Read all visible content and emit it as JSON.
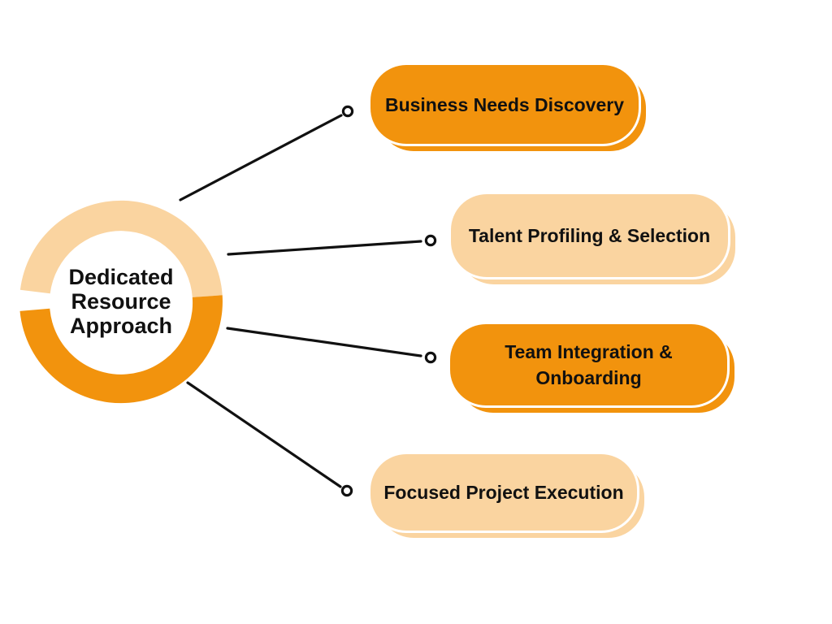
{
  "colors": {
    "orange": "#F2930D",
    "peach": "#FAD4A0",
    "connector": "#111111",
    "text": "#111111",
    "background": "#FFFFFF"
  },
  "center_node": {
    "label": "Dedicated Resource Approach",
    "ring_top_color": "#FAD4A0",
    "ring_bottom_color": "#F2930D"
  },
  "nodes": [
    {
      "label": "Business Needs Discovery",
      "color": "#F2930D"
    },
    {
      "label": "Talent Profiling & Selection",
      "color": "#FAD4A0"
    },
    {
      "label": "Team Integration & Onboarding",
      "color": "#F2930D"
    },
    {
      "label": "Focused Project Execution",
      "color": "#FAD4A0"
    }
  ]
}
